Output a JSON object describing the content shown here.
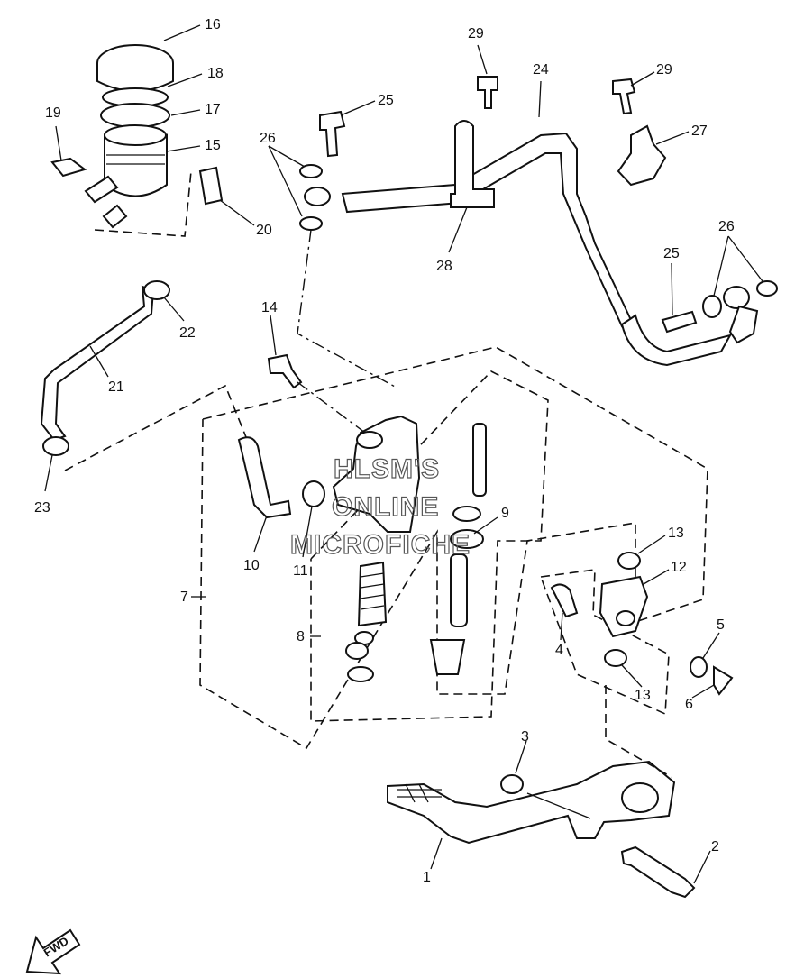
{
  "callouts": {
    "c1": "1",
    "c2": "2",
    "c3": "3",
    "c4": "4",
    "c5": "5",
    "c6": "6",
    "c7": "7",
    "c8": "8",
    "c9": "9",
    "c10": "10",
    "c11": "11",
    "c12": "12",
    "c13a": "13",
    "c13b": "13",
    "c14": "14",
    "c15": "15",
    "c16": "16",
    "c17": "17",
    "c18": "18",
    "c19": "19",
    "c20": "20",
    "c21": "21",
    "c22": "22",
    "c23": "23",
    "c24": "24",
    "c25a": "25",
    "c25b": "25",
    "c26a": "26",
    "c26b": "26",
    "c27": "27",
    "c28": "28",
    "c29a": "29",
    "c29b": "29"
  },
  "watermark": {
    "line1": "HLSM'S",
    "line2": "ONLINE",
    "line3": "MICROFICHE"
  },
  "fwd_badge": "FWD"
}
